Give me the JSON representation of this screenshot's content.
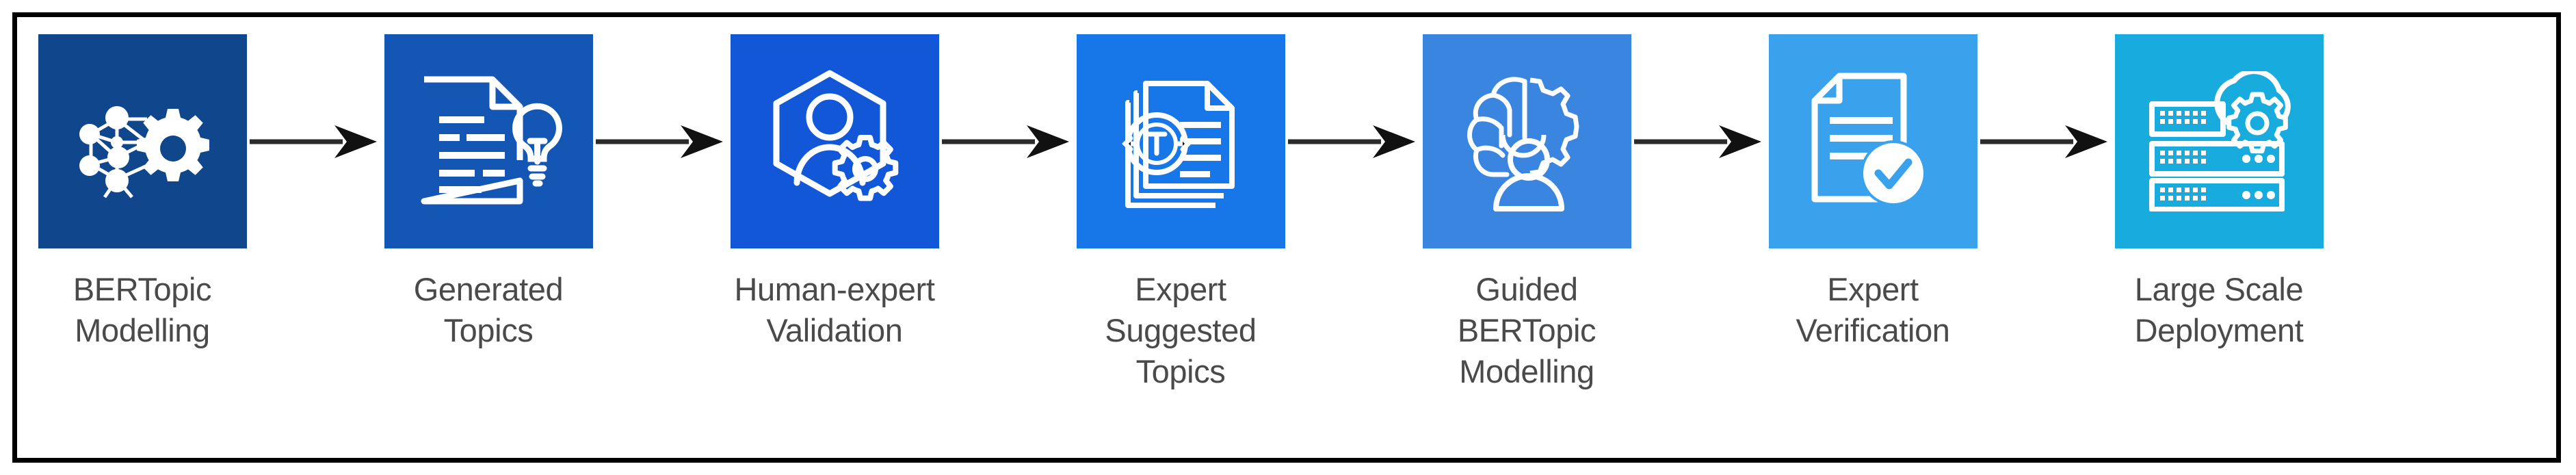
{
  "diagram": {
    "type": "horizontal-process-flow",
    "border_color": "#000000",
    "background_color": "#ffffff",
    "arrow_color": "#1a1a1a",
    "label_color": "#4a4a4a",
    "step_count": 7
  },
  "steps": [
    {
      "index": 1,
      "label": "BERTopic\nModelling",
      "icon": "neural-network-gear-icon",
      "tile_color": "#10468B"
    },
    {
      "index": 2,
      "label": "Generated\nTopics",
      "icon": "document-lightbulb-icon",
      "tile_color": "#1356B4"
    },
    {
      "index": 3,
      "label": "Human-expert\nValidation",
      "icon": "hexagon-person-gear-icon",
      "tile_color": "#1257D8"
    },
    {
      "index": 4,
      "label": "Expert\nSuggested\nTopics",
      "icon": "documents-search-text-icon",
      "tile_color": "#1877E8"
    },
    {
      "index": 5,
      "label": "Guided\nBERTopic\nModelling",
      "icon": "brain-gear-person-icon",
      "tile_color": "#3A85E0"
    },
    {
      "index": 6,
      "label": "Expert\nVerification",
      "icon": "document-check-circle-icon",
      "tile_color": "#3AA2ED"
    },
    {
      "index": 7,
      "label": "Large Scale\nDeployment",
      "icon": "server-cloud-gear-icon",
      "tile_color": "#18ABDD"
    }
  ],
  "arrows": [
    {
      "from": 1,
      "to": 2,
      "name": "arrow-1-2"
    },
    {
      "from": 2,
      "to": 3,
      "name": "arrow-2-3"
    },
    {
      "from": 3,
      "to": 4,
      "name": "arrow-3-4"
    },
    {
      "from": 4,
      "to": 5,
      "name": "arrow-4-5"
    },
    {
      "from": 5,
      "to": 6,
      "name": "arrow-5-6"
    },
    {
      "from": 6,
      "to": 7,
      "name": "arrow-6-7"
    }
  ]
}
